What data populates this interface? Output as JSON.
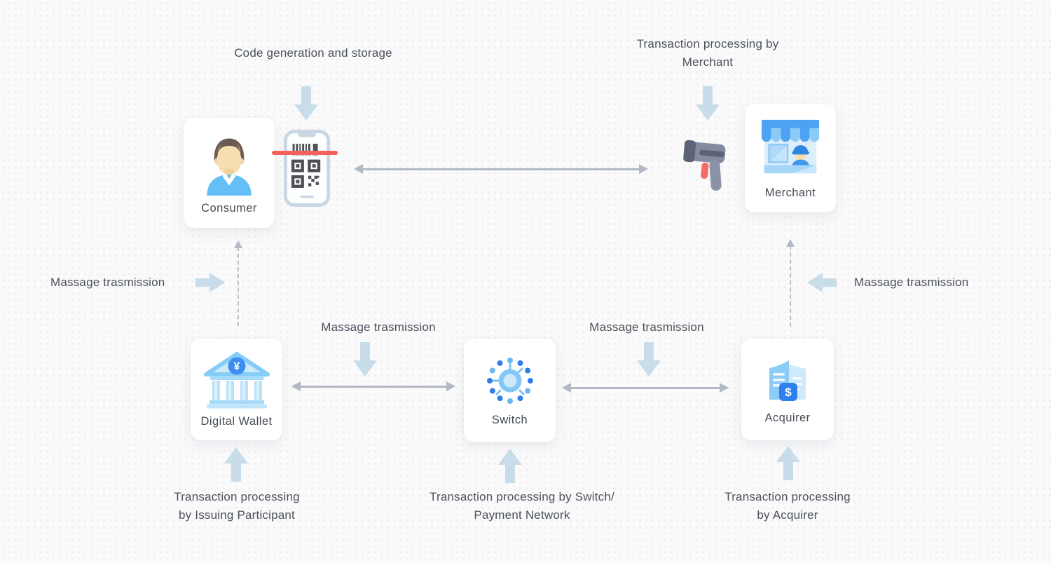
{
  "annotations": {
    "code_generation": "Code generation and storage",
    "massage": "Massage trasmission",
    "tx_merchant": {
      "line1": "Transaction processing by",
      "line2": "Merchant"
    },
    "tx_issuing": {
      "line1": "Transaction processing",
      "line2": "by Issuing Participant"
    },
    "tx_switch": {
      "line1": "Transaction processing by Switch/",
      "line2": "Payment Network"
    },
    "tx_acquirer": {
      "line1": "Transaction processing",
      "line2": "by Acquirer"
    }
  },
  "nodes": {
    "consumer": {
      "label": "Consumer",
      "icon": "consumer-avatar-icon"
    },
    "merchant": {
      "label": "Merchant",
      "icon": "storefront-icon"
    },
    "digital_wallet": {
      "label": "Digital Wallet",
      "icon": "bank-yen-icon"
    },
    "switch": {
      "label": "Switch",
      "icon": "network-hub-icon"
    },
    "acquirer": {
      "label": "Acquirer",
      "icon": "building-dollar-icon"
    }
  },
  "icon_badges": {
    "wallet_currency": "¥",
    "acquirer_currency": "$"
  },
  "standalone_icons": {
    "phone": "qr-code-phone-icon",
    "scanner": "barcode-scanner-icon"
  },
  "colors": {
    "background": "#fafafb",
    "dot_grid": "#e7e7ec",
    "text": "#4b515b",
    "block_arrow_blue": "#c8dce9",
    "line_arrow_gray": "#b2b9c4",
    "scan_line_red": "#f4605c",
    "card_background": "#ffffff",
    "icon_blue_primary": "#4da3f2",
    "icon_blue_badge": "#2f7ff0"
  }
}
